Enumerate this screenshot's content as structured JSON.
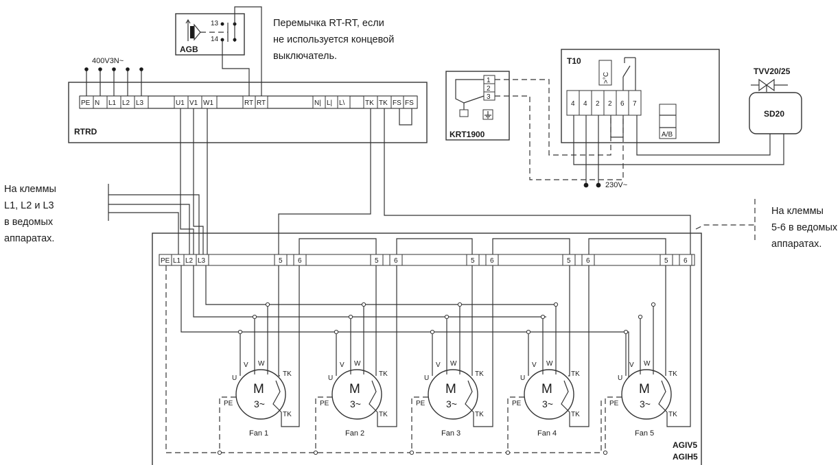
{
  "notes": {
    "jumper": [
      "Перемычка RT-RT, если",
      "не используется концевой",
      "выключатель."
    ],
    "left": [
      "На клеммы",
      "L1, L2 и L3",
      "в ведомых",
      "аппаратах."
    ],
    "right": [
      "На клеммы",
      "5-6 в ведомых",
      "аппаратах."
    ]
  },
  "supply_top": "400V3N~",
  "supply_t10": "230V~",
  "devices": {
    "agb": "AGB",
    "agb_terminals": [
      "13",
      "14"
    ],
    "rtrd": "RTRD",
    "krt": "KRT1900",
    "krt_terminals": [
      "1",
      "2",
      "3"
    ],
    "t10": "T10",
    "t10_terminals": [
      "4",
      "4",
      "2",
      "2",
      "6",
      "7"
    ],
    "t10_switch": "A/B",
    "t10_dial": ">°C",
    "valve": "TVV20/25",
    "actuator": "SD20",
    "unit": [
      "AGIV5",
      "AGIH5"
    ]
  },
  "rtrd_terminals": [
    "PE",
    "N",
    "L1",
    "L2",
    "L3",
    "U1",
    "V1",
    "W1",
    "RT",
    "RT",
    "N|",
    "L|",
    "L\\",
    "TK",
    "TK",
    "FS",
    "FS"
  ],
  "main_terminals": [
    "PE",
    "L1",
    "L2",
    "L3"
  ],
  "fan_terminals": [
    "5",
    "6"
  ],
  "motor": {
    "symbol": "M",
    "phase": "3~",
    "pins": {
      "u": "U",
      "v": "V",
      "w": "W",
      "tk": "TK",
      "pe": "PE"
    }
  },
  "fans": [
    "Fan 1",
    "Fan 2",
    "Fan 3",
    "Fan 4",
    "Fan 5"
  ]
}
